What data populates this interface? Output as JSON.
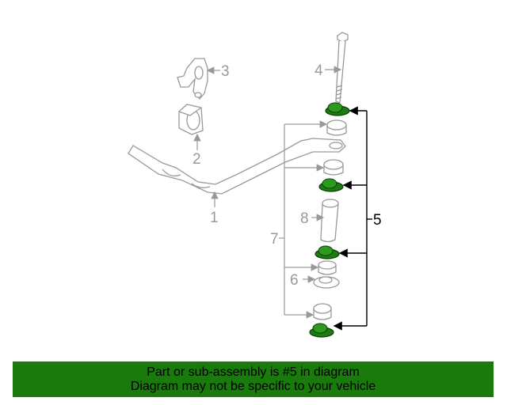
{
  "diagram": {
    "callouts": {
      "c1": "1",
      "c2": "2",
      "c3": "3",
      "c4": "4",
      "c5": "5",
      "c6": "6",
      "c7": "7",
      "c8": "8"
    },
    "highlight_part": "5"
  },
  "banner": {
    "line1": "Part or sub-assembly is #5 in diagram",
    "line2": "Diagram may not be specific to your vehicle"
  },
  "colors": {
    "banner": "#197b0b",
    "highlight_fill": "#1e7a12",
    "line_art": "#aaaaaa",
    "leader_highlight": "#000000"
  }
}
